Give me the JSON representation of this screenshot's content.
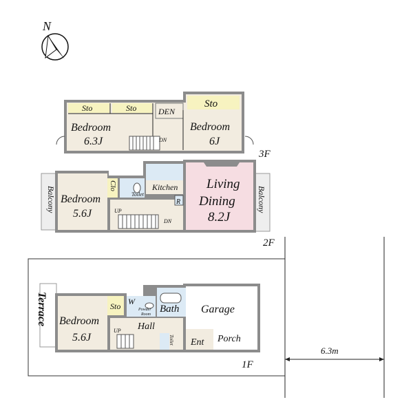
{
  "compass": {
    "label": "N"
  },
  "floors": [
    {
      "level": "3F",
      "rooms": {
        "sto_left": "Sto",
        "sto_mid": "Sto",
        "den": "DEN",
        "sto_right": "Sto",
        "bedroom_left_name": "Bedroom",
        "bedroom_left_size": "6.3J",
        "bedroom_right_name": "Bedroom",
        "bedroom_right_size": "6J",
        "stair": "DN"
      }
    },
    {
      "level": "2F",
      "rooms": {
        "balcony_left": "Balcony",
        "bedroom_name": "Bedroom",
        "bedroom_size": "5.6J",
        "clo": "Clo",
        "toilet": "Toilet",
        "kitchen": "Kitchen",
        "r": "R",
        "living": "Living",
        "dining": "Dining",
        "living_size": "8.2J",
        "balcony_right": "Balcony",
        "stair_up": "UP",
        "stair_dn": "DN"
      }
    },
    {
      "level": "1F",
      "rooms": {
        "terrace": "Terrace",
        "bedroom_name": "Bedroom",
        "bedroom_size": "5.6J",
        "sto": "Sto",
        "w": "W",
        "powder": "Powder",
        "powder2": "Room",
        "bath": "Bath",
        "garage": "Garage",
        "hall": "Hall",
        "stair_up": "UP",
        "toilet": "Toilet",
        "ent": "Ent",
        "porch": "Porch"
      }
    }
  ],
  "road_width": "6.3m"
}
